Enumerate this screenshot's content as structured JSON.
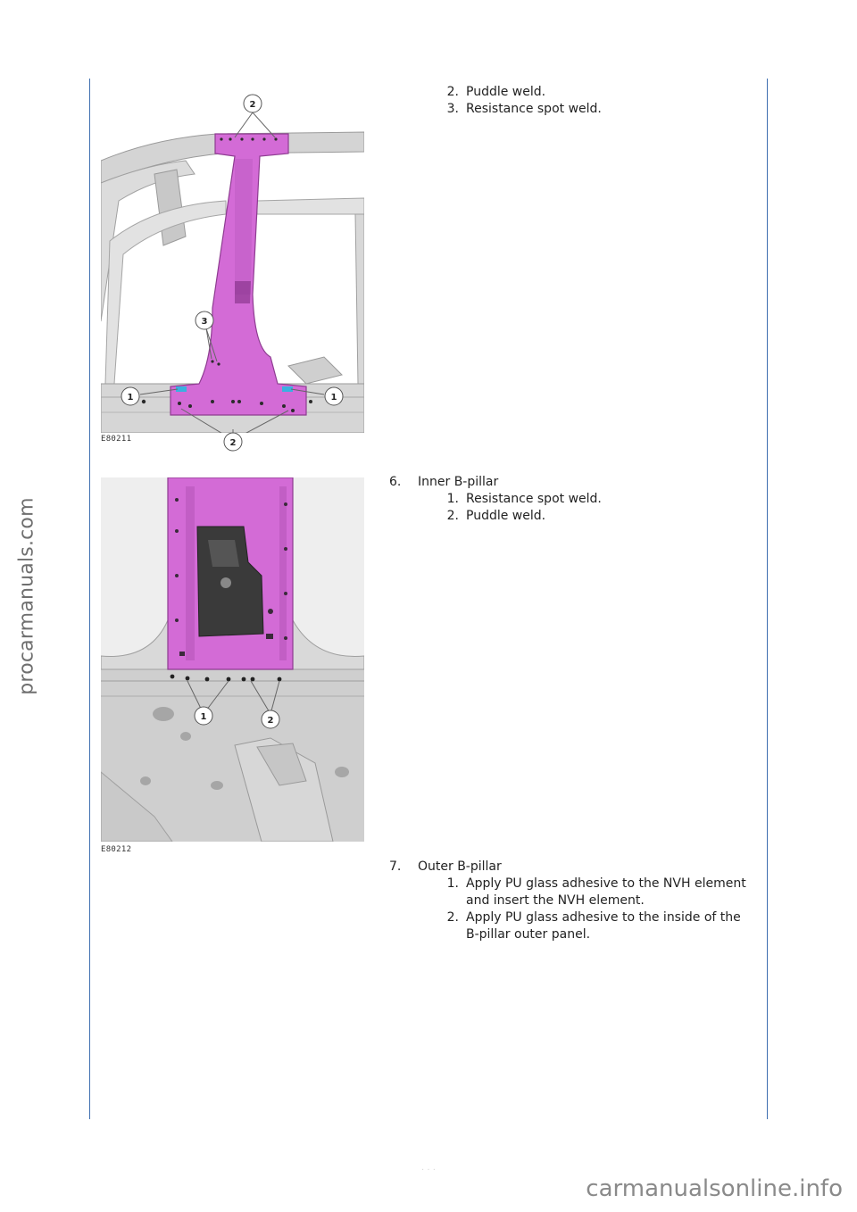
{
  "watermarks": {
    "side": "procarmanuals.com",
    "bottom": "carmanualsonline.info"
  },
  "page_footer": "· · ·",
  "colors": {
    "rule": "#3f6fb0",
    "highlight_panel": "#d36bd6",
    "adhesive": "#3ab0e0"
  },
  "figure1": {
    "code": "E80211",
    "callouts": {
      "c1": "1",
      "c2": "2",
      "c3": "3",
      "c4": "1",
      "c5": "2"
    }
  },
  "figure2": {
    "code": "E80212",
    "callouts": {
      "c1": "1",
      "c2": "2"
    }
  },
  "block1": {
    "items": [
      {
        "num": "2.",
        "label": "Puddle weld."
      },
      {
        "num": "3.",
        "label": "Resistance spot weld."
      }
    ]
  },
  "block2": {
    "step_num": "6.",
    "step_label": "Inner B-pillar",
    "items": [
      {
        "num": "1.",
        "label": "Resistance spot weld."
      },
      {
        "num": "2.",
        "label": "Puddle weld."
      }
    ]
  },
  "block3": {
    "step_num": "7.",
    "step_label": "Outer B-pillar",
    "items": [
      {
        "num": "1.",
        "label": "Apply PU glass adhesive to the NVH element and insert the NVH element."
      },
      {
        "num": "2.",
        "label": "Apply PU glass adhesive to the inside of the B-pillar outer panel."
      }
    ]
  }
}
